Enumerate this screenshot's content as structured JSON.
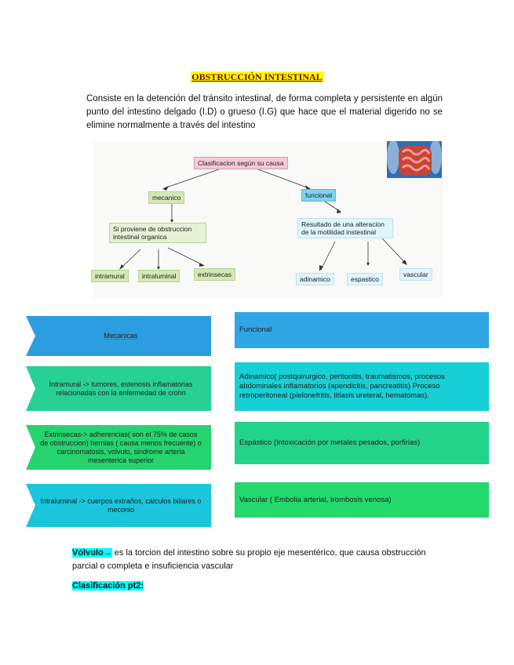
{
  "document": {
    "title": "OBSTRUCCIÓN INTESTINAL",
    "intro": "Consiste en la detención del tránsito intestinal, de forma completa y persistente en algún punto del intestino delgado (I.D) o grueso (I.G) que hace que el material digerido no se elimine normalmente a través del intestino"
  },
  "diagram": {
    "root": "Clasificacion según su causa",
    "mecanico": "mecanico",
    "funcional": "funcional",
    "mecanico_desc": "Si proviene de obstruccion intestinal organica",
    "funcional_desc": "Resultado de una alteracion de la motilidad instestinal",
    "leaves_left": [
      "intramural",
      "intraluminal",
      "extrinsecas"
    ],
    "leaves_right": [
      "adinamico",
      "espastico",
      "vascular"
    ]
  },
  "left_column": {
    "header": "Mecanicas",
    "items": [
      "Intramural -> tumores, estenosis inflamatorias relacionadas con la enfermedad de crohn",
      "Extrinsecas-> adherencias( son el 75% de casos de obstruccion) hernias ( causa menos frecuente) o carcinomatosis, volvulo, sindrome arteria mesenterica superior",
      "Intraluminal -> cuerpos extraños, cálculos biliares o meconio"
    ]
  },
  "right_column": {
    "header": "Funcional",
    "items": [
      "Adinamico( postquirurgico, peritonitis, traumatismos, procesos abdominales inflamatorios (apendicitis, pancreatitis) Proceso retroperitoneal (pielonefritis, litiasis ureteral, hematomas).",
      "Espástico (Intoxicación por metales pesados, porfirias)",
      "Vascular ( Embolia arterial, trombosis venosa)"
    ]
  },
  "volvulo": {
    "term": "Vólvulo",
    "arrow": "→",
    "text": " es la torcion del intestino sobre su propio eje mesentérico, que causa obstrucción parcial o completa e insuficiencia vascular"
  },
  "section2": {
    "heading": "Clasificación pt2:"
  },
  "colors": {
    "highlight_yellow": "#ffff00",
    "highlight_cyan": "#00ffff",
    "mecanicas_blue": "#2c9ee0",
    "intramural_green": "#27d196",
    "extrinsecas_green": "#25d46e",
    "intraluminal_cyan": "#1ac6dc",
    "funcional_blue": "#2ea7e4",
    "adinamico_cyan": "#17d0d6",
    "espastico_green": "#22d38a",
    "vascular_green": "#23d96b"
  }
}
